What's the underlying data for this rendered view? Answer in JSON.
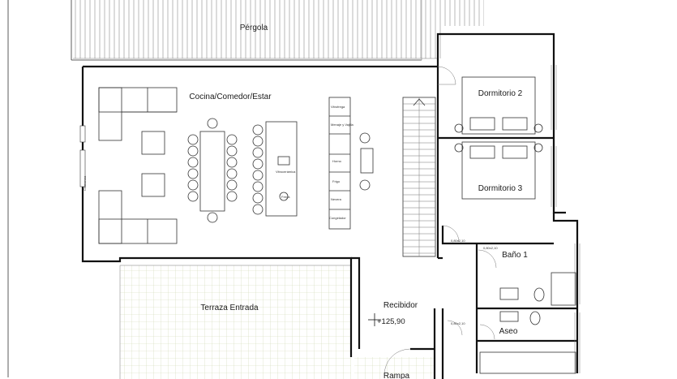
{
  "plan": {
    "rooms": {
      "pergola": "Pérgola",
      "kitchen": "Cocina/Comedor/Estar",
      "bedroom2": "Dormitorio 2",
      "bedroom3": "Dormitorio 3",
      "bath1": "Baño 1",
      "toilet": "Aseo",
      "entrance_terrace": "Terraza Entrada",
      "hall": "Recibidor",
      "ramp": "Rampa"
    },
    "level": "+125,90",
    "fixtures": {
      "cabinet_1": "Vitrofrega",
      "cabinet_2": "Menaje y Vajilla",
      "cabinet_3": "Horno",
      "cabinet_4": "Frigo",
      "cabinet_5": "Nevera",
      "cabinet_6": "Congelador",
      "hob": "Vitrocerámica",
      "sink": "Frega",
      "fireplace": "Chimenea"
    },
    "door_tags": {
      "d1": "0,80x2,10",
      "d2": "0,80x2,10",
      "d3": "0,80x2,10"
    },
    "colors": {
      "wall": "#111111",
      "terrace_hatch": "#c9d3a8",
      "line": "#333333"
    }
  }
}
